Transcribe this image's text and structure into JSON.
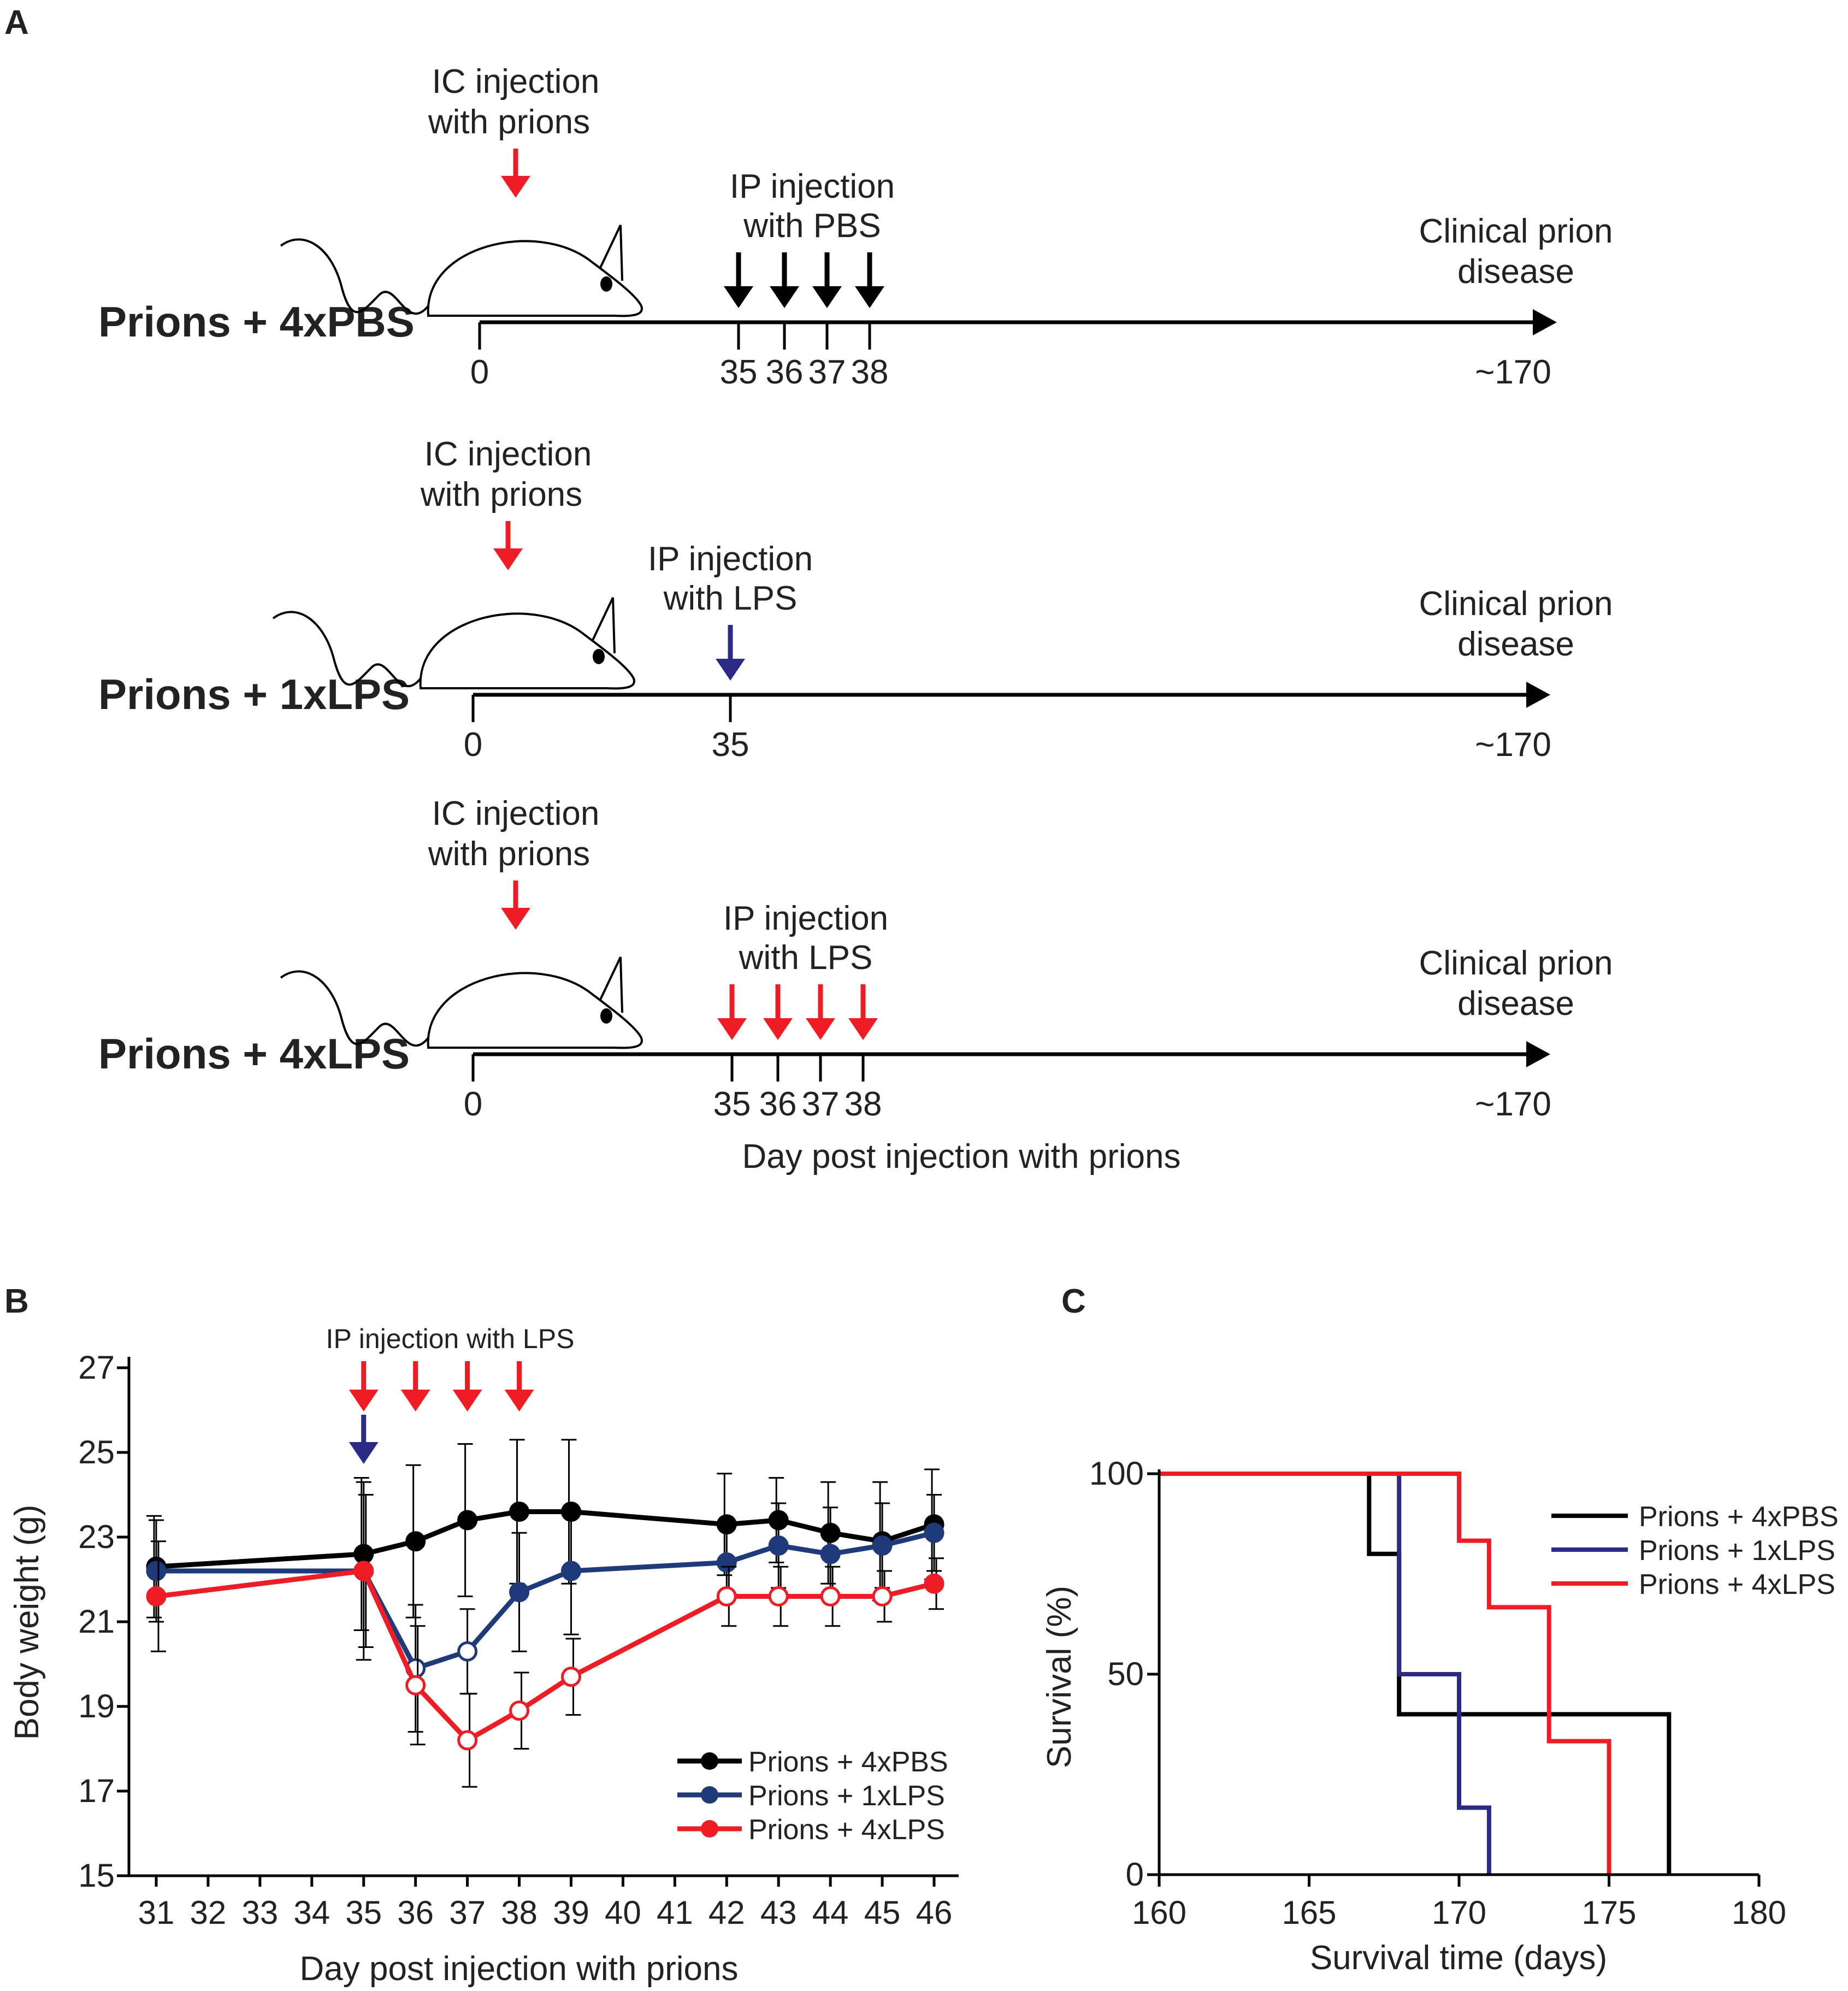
{
  "panel_labels": {
    "a": "A",
    "b": "B",
    "c": "C"
  },
  "colors": {
    "pbs": "#000000",
    "lps1": "#2b2a86",
    "lps4": "#ee1c24"
  },
  "panel_a": {
    "rows": [
      {
        "label": "Prions + 4xPBS",
        "color": "#000000",
        "ic_line1": "IC injection",
        "ic_line2": "with prions",
        "ip_line1": "IP injection",
        "ip_line2": "with PBS",
        "start_tick": "0",
        "end_tick": "~170",
        "injection_days": [
          "35",
          "36",
          "37",
          "38"
        ],
        "arrow_color": "#000000",
        "end_line1": "Clinical prion",
        "end_line2": "disease"
      },
      {
        "label": "Prions + 1xLPS",
        "color": "#2b2a86",
        "ic_line1": "IC injection",
        "ic_line2": "with prions",
        "ip_line1": "IP injection",
        "ip_line2": "with LPS",
        "start_tick": "0",
        "end_tick": "~170",
        "injection_days": [
          "35"
        ],
        "arrow_color": "#2b2a86",
        "end_line1": "Clinical prion",
        "end_line2": "disease"
      },
      {
        "label": "Prions + 4xLPS",
        "color": "#ee1c24",
        "ic_line1": "IC injection",
        "ic_line2": "with prions",
        "ip_line1": "IP injection",
        "ip_line2": "with LPS",
        "start_tick": "0",
        "end_tick": "~170",
        "injection_days": [
          "35",
          "36",
          "37",
          "38"
        ],
        "arrow_color": "#ee1c24",
        "end_line1": "Clinical prion",
        "end_line2": "disease"
      }
    ],
    "axis_label": "Day post injection with prions"
  },
  "chart_data": [
    {
      "type": "line",
      "panel": "B",
      "annotation": "IP injection with LPS",
      "xlabel": "Day post injection with prions",
      "ylabel": "Body weight (g)",
      "x": [
        31,
        35,
        36,
        37,
        38,
        39,
        42,
        43,
        44,
        45,
        46
      ],
      "xticks": [
        31,
        32,
        33,
        34,
        35,
        36,
        37,
        38,
        39,
        40,
        41,
        42,
        43,
        44,
        45,
        46
      ],
      "yticks": [
        15,
        17,
        19,
        21,
        23,
        25,
        27
      ],
      "ylim": [
        15,
        27
      ],
      "legend_position": "bottom-right",
      "lps_days_red": [
        35,
        36,
        37,
        38
      ],
      "lps_days_blue": [
        35
      ],
      "series": [
        {
          "name": "Prions + 4xPBS",
          "color": "#000000",
          "values": [
            22.3,
            22.6,
            22.9,
            23.4,
            23.6,
            23.6,
            23.3,
            23.4,
            23.1,
            22.9,
            23.3
          ],
          "errors": [
            1.2,
            1.8,
            1.8,
            1.8,
            1.7,
            1.7,
            1.2,
            1.0,
            1.2,
            1.4,
            1.3
          ],
          "open_markers": []
        },
        {
          "name": "Prions + 1xLPS",
          "color": "#1f3a7a",
          "values": [
            22.2,
            22.2,
            19.9,
            20.3,
            21.7,
            22.2,
            22.4,
            22.8,
            22.6,
            22.8,
            23.1
          ],
          "errors": [
            1.2,
            2.1,
            1.5,
            1.0,
            1.4,
            1.5,
            0.8,
            1.0,
            1.1,
            1.0,
            0.9
          ],
          "open_markers": [
            36,
            37
          ]
        },
        {
          "name": "Prions + 4xLPS",
          "color": "#ee1c24",
          "values": [
            21.6,
            22.2,
            19.5,
            18.2,
            18.9,
            19.7,
            21.6,
            21.6,
            21.6,
            21.6,
            21.9
          ],
          "errors": [
            1.3,
            1.8,
            1.4,
            1.1,
            0.9,
            0.9,
            0.7,
            0.7,
            0.7,
            0.6,
            0.6
          ],
          "open_markers": [
            36,
            37,
            38,
            39,
            42,
            43,
            44,
            45
          ]
        }
      ]
    },
    {
      "type": "line",
      "panel": "C",
      "step": true,
      "xlabel": "Survival time (days)",
      "ylabel": "Survival (%)",
      "xlim": [
        160,
        180
      ],
      "ylim": [
        0,
        100
      ],
      "xticks": [
        160,
        165,
        170,
        175,
        180
      ],
      "yticks": [
        0,
        50,
        100
      ],
      "legend_position": "top-right",
      "series": [
        {
          "name": "Prions + 4xPBS",
          "color": "#000000",
          "x": [
            160,
            167,
            168,
            177
          ],
          "values": [
            100,
            80,
            40,
            0
          ]
        },
        {
          "name": "Prions + 1xLPS",
          "color": "#2b2a86",
          "x": [
            160,
            168,
            170,
            171
          ],
          "values": [
            100,
            50,
            16.7,
            0
          ]
        },
        {
          "name": "Prions + 4xLPS",
          "color": "#ee1c24",
          "x": [
            160,
            170,
            171,
            173,
            175
          ],
          "values": [
            100,
            83.3,
            66.7,
            33.3,
            0
          ]
        }
      ]
    }
  ]
}
